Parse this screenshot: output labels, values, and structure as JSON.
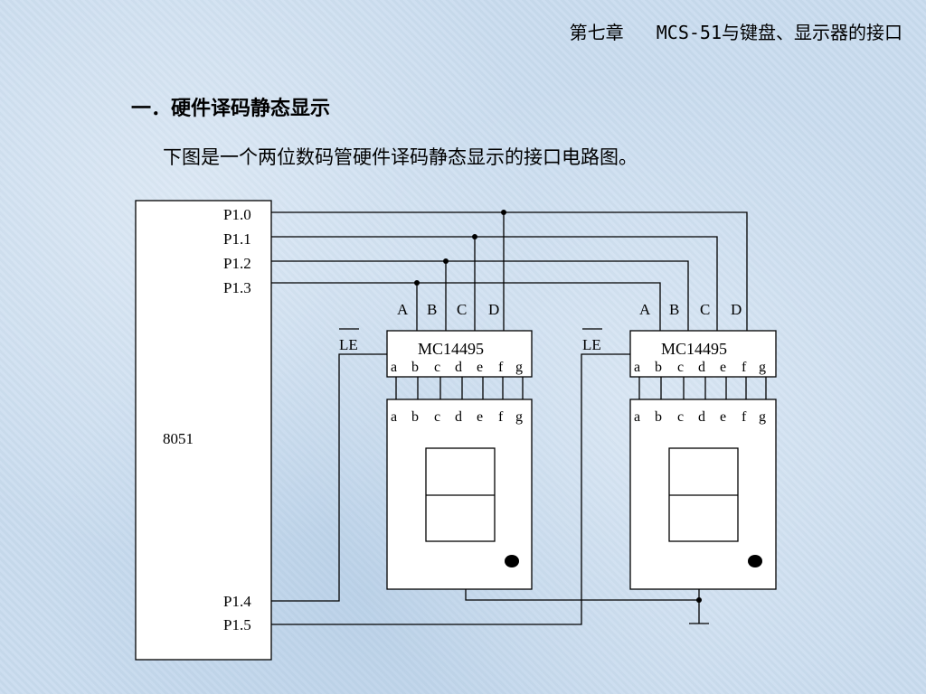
{
  "header": {
    "chapter_title": "第七章   MCS-51与键盘、显示器的接口"
  },
  "section": {
    "heading": "一．硬件译码静态显示",
    "intro": "下图是一个两位数码管硬件译码静态显示的接口电路图。"
  },
  "circuit": {
    "mcu_label": "8051",
    "pins": {
      "p10": "P1.0",
      "p11": "P1.1",
      "p12": "P1.2",
      "p13": "P1.3",
      "p14": "P1.4",
      "p15": "P1.5"
    },
    "le_label": "LE",
    "decoder_label": "MC14495",
    "inputs": [
      "A",
      "B",
      "C",
      "D"
    ],
    "segments": [
      "a",
      "b",
      "c",
      "d",
      "e",
      "f",
      "g"
    ]
  }
}
